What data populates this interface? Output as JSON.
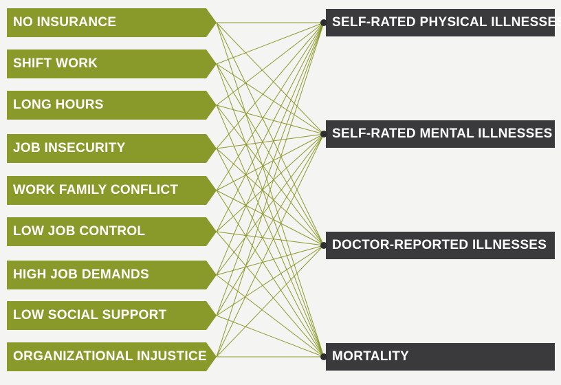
{
  "stressors": [
    {
      "label": "NO INSURANCE"
    },
    {
      "label": "SHIFT WORK"
    },
    {
      "label": "LONG HOURS"
    },
    {
      "label": "JOB INSECURITY"
    },
    {
      "label": "WORK FAMILY CONFLICT"
    },
    {
      "label": "LOW JOB CONTROL"
    },
    {
      "label": "HIGH JOB DEMANDS"
    },
    {
      "label": "LOW SOCIAL SUPPORT"
    },
    {
      "label": "ORGANIZATIONAL INJUSTICE"
    }
  ],
  "outcomes": [
    {
      "label": "SELF-RATED PHYSICAL ILLNESSES"
    },
    {
      "label": "SELF-RATED MENTAL ILLNESSES"
    },
    {
      "label": "DOCTOR-REPORTED ILLNESSES"
    },
    {
      "label": "MORTALITY"
    }
  ],
  "colors": {
    "stressor_fill": "#8a9a2a",
    "outcome_fill": "#3a3a3c",
    "link_stroke": "#8a9a2a",
    "background": "#f4f4f2"
  }
}
